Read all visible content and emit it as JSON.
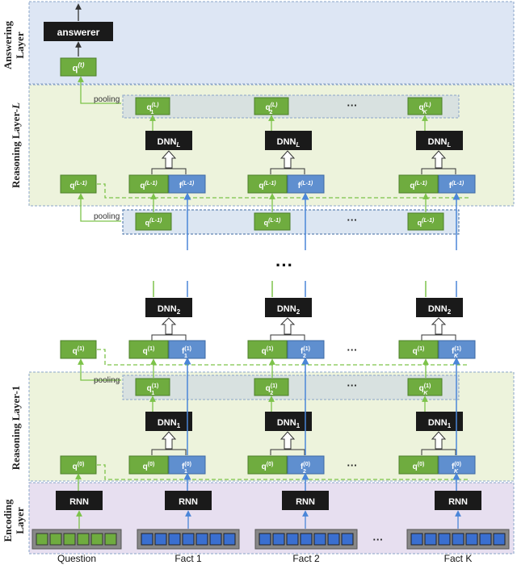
{
  "labels": {
    "answerer": "answerer",
    "pooling": "pooling",
    "rnn": "RNN",
    "ellipsis": "···",
    "dots_mid": "···"
  },
  "layers": [
    {
      "id": "answering",
      "title": "Answering",
      "title2": "Layer"
    },
    {
      "id": "reasoning_L",
      "title": "Reasoning Layer-",
      "title_italic": "L"
    },
    {
      "id": "reasoning_1",
      "title": "Reasoning Layer-1"
    },
    {
      "id": "encoding",
      "title": "Encoding",
      "title2": "Layer"
    }
  ],
  "dnn": {
    "L": "L",
    "two": "2",
    "one": "1"
  },
  "vectors": {
    "q": "q",
    "f": "f",
    "sup_t": "(t)",
    "sup_L": "(L)",
    "sup_Lm1": "(L-1)",
    "sup_1": "(1)",
    "sup_0": "(0)",
    "sub_1": "1",
    "sub_2": "2",
    "sub_K": "K"
  },
  "bottom_labels": [
    "Question",
    "Fact 1",
    "Fact 2",
    "Fact K"
  ],
  "colors": {
    "answer_bg": "#dde6f4",
    "reason_bg": "#edf3dc",
    "encode_bg": "#e7dff0",
    "pool_bg": "#d8e1e0",
    "pool_bg_mid": "#dce6f2",
    "green": "#6fac3f",
    "blue": "#5f8fcf",
    "dark": "#1a1a1a",
    "arrow_green": "#7dc34a",
    "arrow_blue": "#4a86d8"
  }
}
